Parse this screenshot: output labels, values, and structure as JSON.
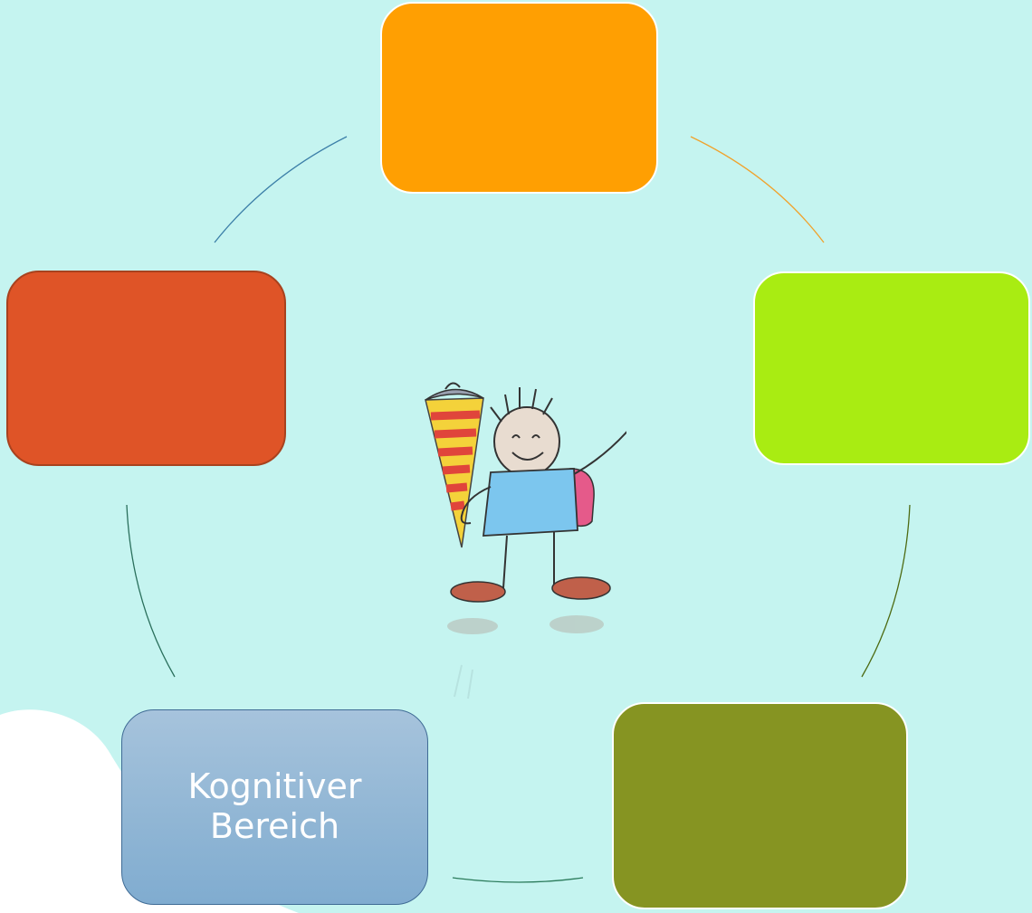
{
  "diagram": {
    "nodes": [
      {
        "id": "top",
        "label": "",
        "color": "#ff9f02"
      },
      {
        "id": "right",
        "label": "",
        "color": "#a9ec12"
      },
      {
        "id": "bottom-right",
        "label": "",
        "color": "#869422"
      },
      {
        "id": "bottom-left",
        "label": "Kognitiver Bereich",
        "color": "#8fb5d4"
      },
      {
        "id": "left",
        "label": "",
        "color": "#df5427"
      }
    ],
    "connectors": [
      {
        "from": "top",
        "to": "right",
        "color": "#f0a22c"
      },
      {
        "from": "right",
        "to": "bottom-right",
        "color": "#4d6a12"
      },
      {
        "from": "bottom-right",
        "to": "bottom-left",
        "color": "#2a7a5a"
      },
      {
        "from": "bottom-left",
        "to": "left",
        "color": "#2a6f5c"
      },
      {
        "from": "left",
        "to": "top",
        "color": "#3c7fa8"
      }
    ],
    "center_image": "child-with-school-cone-illustration"
  }
}
